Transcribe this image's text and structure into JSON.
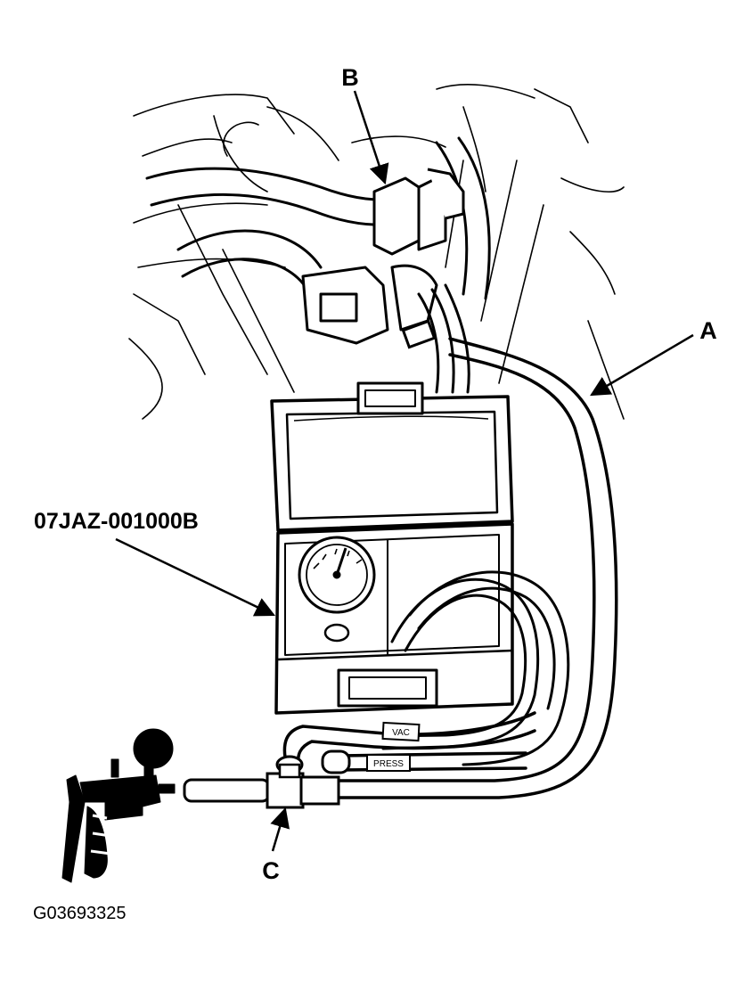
{
  "labels": {
    "a": "A",
    "b": "B",
    "c": "C",
    "tool_part_number": "07JAZ-001000B"
  },
  "hose_tags": {
    "vac": "VAC",
    "press": "PRESS"
  },
  "figure_id": "G03693325",
  "colors": {
    "ink": "#000000",
    "paper": "#ffffff"
  }
}
